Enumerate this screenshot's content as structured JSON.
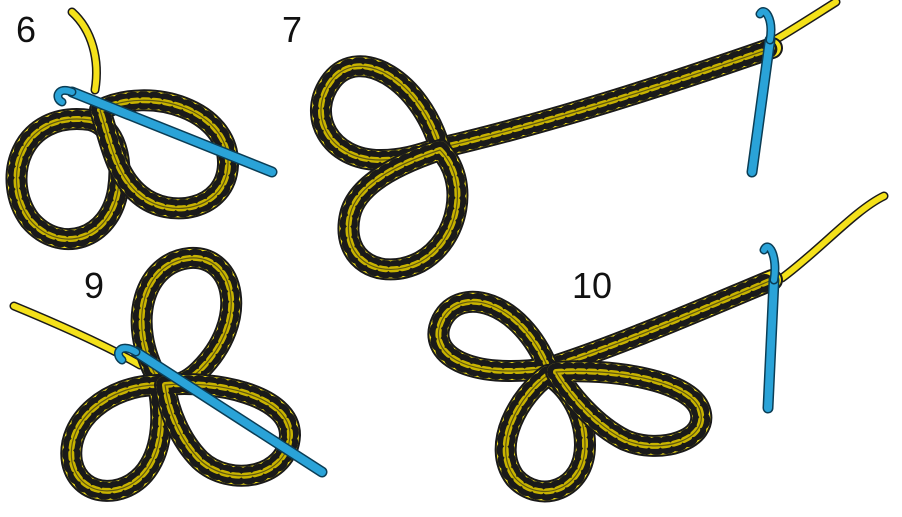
{
  "steps": [
    {
      "number": "6"
    },
    {
      "number": "7"
    },
    {
      "number": "9"
    },
    {
      "number": "10"
    }
  ],
  "colors": {
    "yarn": "#f4e11a",
    "yarn_outline": "#1a1a1a",
    "yarn_stitch": "#c9b400",
    "hook": "#2aa3d8",
    "hook_outline": "#0b3d55",
    "label": "#111111"
  }
}
